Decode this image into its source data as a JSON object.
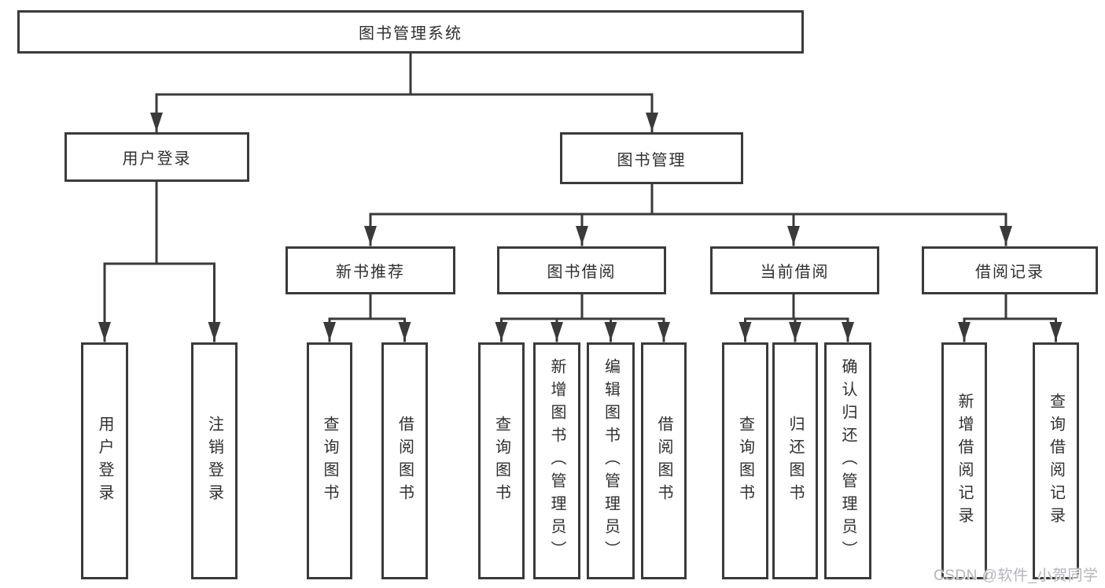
{
  "nodes": {
    "root": "图书管理系统",
    "l1": [
      "用户登录",
      "图书管理"
    ],
    "l2": [
      "新书推荐",
      "图书借阅",
      "当前借阅",
      "借阅记录"
    ],
    "leaf": [
      "用户登录",
      "注销登录",
      "查询图书",
      "借阅图书",
      "查询图书",
      "新增图书（管理员）",
      "编辑图书（管理员）",
      "借阅图书",
      "查询图书",
      "归还图书",
      "确认归还（管理员）",
      "新增借阅记录",
      "查询借阅记录"
    ]
  },
  "watermark": "CSDN @软件_小贺同学",
  "colors": {
    "line": "#3a3a3a",
    "text": "#2f2f2f",
    "background": "#ffffff",
    "watermark": "#b2b6bb"
  }
}
